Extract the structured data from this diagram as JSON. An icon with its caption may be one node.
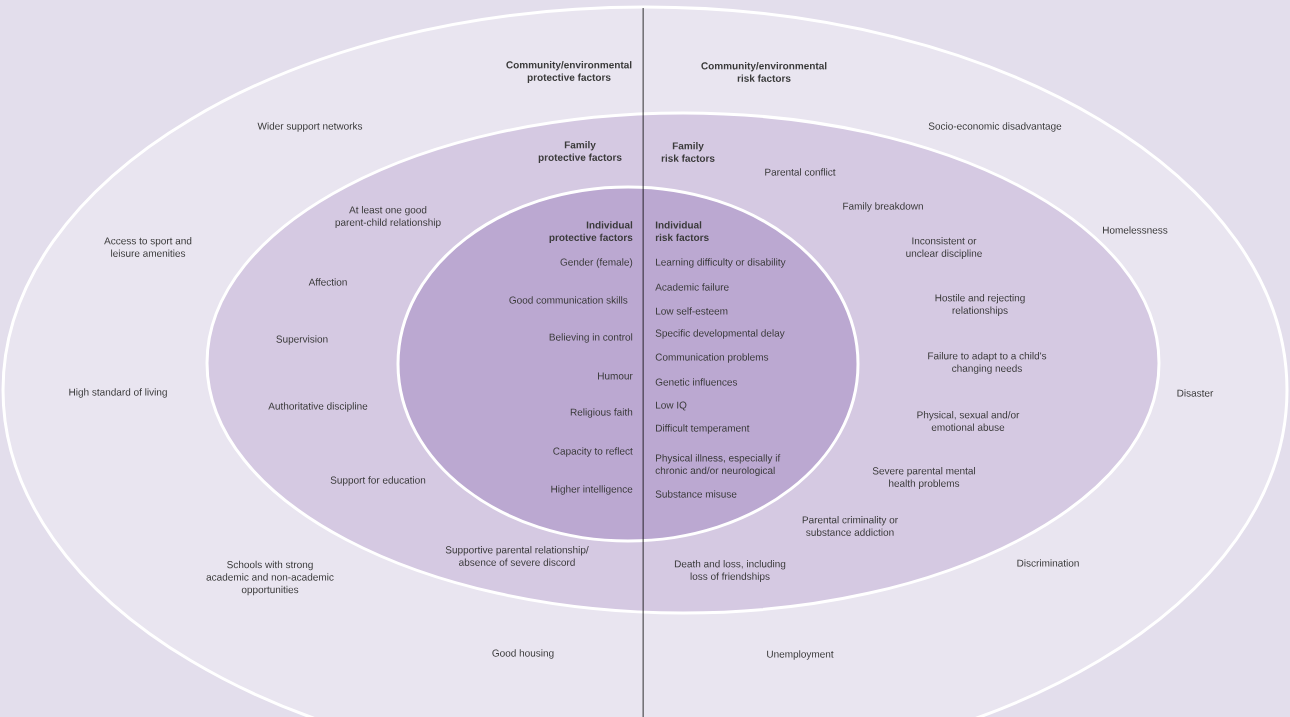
{
  "diagram": {
    "nodes": [
      {
        "text": [
          "Community/environmental protective factors",
          "Community/environmental risk factors",
          "Wider support networks",
          "Access to sport and leisure amenities",
          "High standard of living",
          "Schools with strong academic and non-academic opportunities",
          "Good housing",
          "Socio-economic disadvantage",
          "Homelessness",
          "Disaster",
          "Discrimination",
          "Unemployment"
        ]
      },
      {
        "text": [
          "Family protective factors",
          "Family risk factors",
          "Parental conflict",
          "At least one good parent-child relationship",
          "Family breakdown",
          "Affection",
          "Inconsistent or unclear discipline",
          "Supervision",
          "Hostile and rejecting relationships",
          "Authoritative discipline",
          "Failure to adapt to a child's changing needs",
          "Physical, sexual and/or emotional abuse",
          "Support for education",
          "Severe parental mental health problems",
          "Parental criminality or substance addiction",
          "Supportive parental relationship/ absence of severe discord",
          "Death and loss, including loss of friendships"
        ],
        "in": 0
      },
      {
        "text": [
          "Individual protective factors",
          "Individual risk factors",
          "Gender (female)",
          "Learning difficulty or disability",
          "Academic failure",
          "Good communication skills",
          "Low self-esteem",
          "Specific developmental delay",
          "Believing in control",
          "Communication problems",
          "Humour",
          "Genetic influences",
          "Religious faith",
          "Low IQ",
          "Difficult temperament",
          "Capacity to reflect",
          "Physical illness, especially if chronic and/or neurological",
          "Higher intelligence",
          "Substance misuse"
        ],
        "in": 1
      }
    ],
    "edges": []
  }
}
